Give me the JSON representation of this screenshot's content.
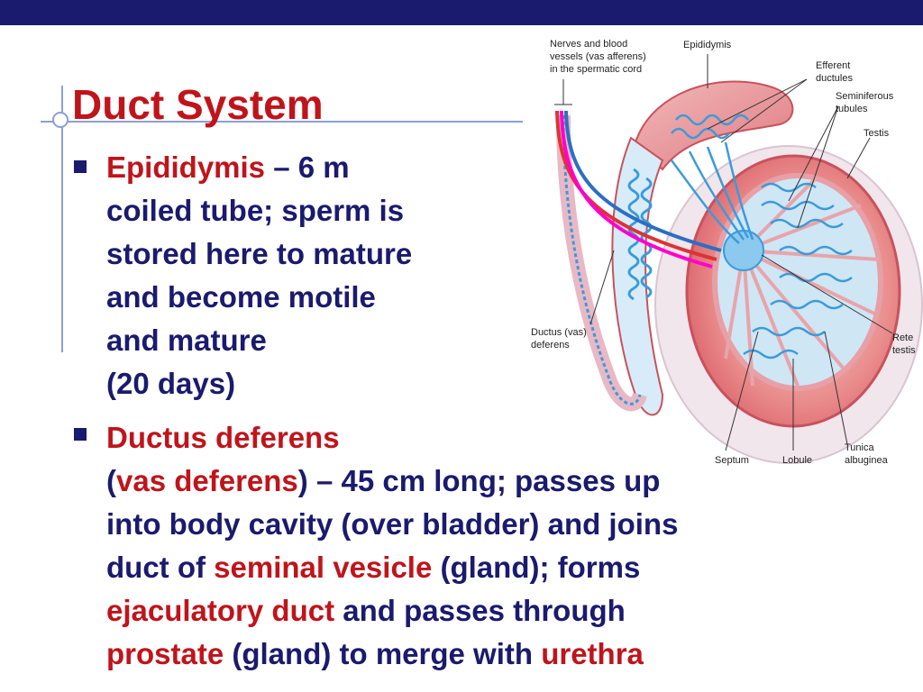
{
  "slide": {
    "title": "Duct System",
    "bullets": [
      {
        "head": "Epididymis",
        "dash": " – 6 m",
        "lines": [
          "coiled tube; sperm is",
          "stored here to mature",
          "and become motile",
          "and mature",
          "(20 days)"
        ]
      },
      {
        "head": "Ductus deferens",
        "line1_open": "(",
        "line1_red": "vas deferens",
        "line1_rest": ") – 45 cm long; passes up",
        "line2": "into body cavity (over bladder) and joins",
        "line3_a": "duct of ",
        "line3_red": "seminal vesicle",
        "line3_b": " (gland); forms",
        "line4_red": "ejaculatory duct",
        "line4_b": " and passes through",
        "line5_red": "prostate",
        "line5_b": " (gland) to merge with ",
        "line5_red2": "urethra"
      }
    ]
  },
  "diagram": {
    "labels": {
      "nerves_l1": "Nerves and blood",
      "nerves_l2": "vessels (vas afferens)",
      "nerves_l3": "in the spermatic cord",
      "epididymis": "Epididymis",
      "efferent_l1": "Efferent",
      "efferent_l2": "ductules",
      "seminiferous_l1": "Seminiferous",
      "seminiferous_l2": "tubules",
      "testis": "Testis",
      "ductus_l1": "Ductus (vas)",
      "ductus_l2": "deferens",
      "rete_l1": "Rete",
      "rete_l2": "testis",
      "septum": "Septum",
      "lobule": "Lobule",
      "tunica_l1": "Tunica",
      "tunica_l2": "albuginea"
    }
  },
  "colors": {
    "title_red": "#c0141b",
    "text_navy": "#1a1a6e",
    "bar_navy": "#1a1a6e"
  }
}
